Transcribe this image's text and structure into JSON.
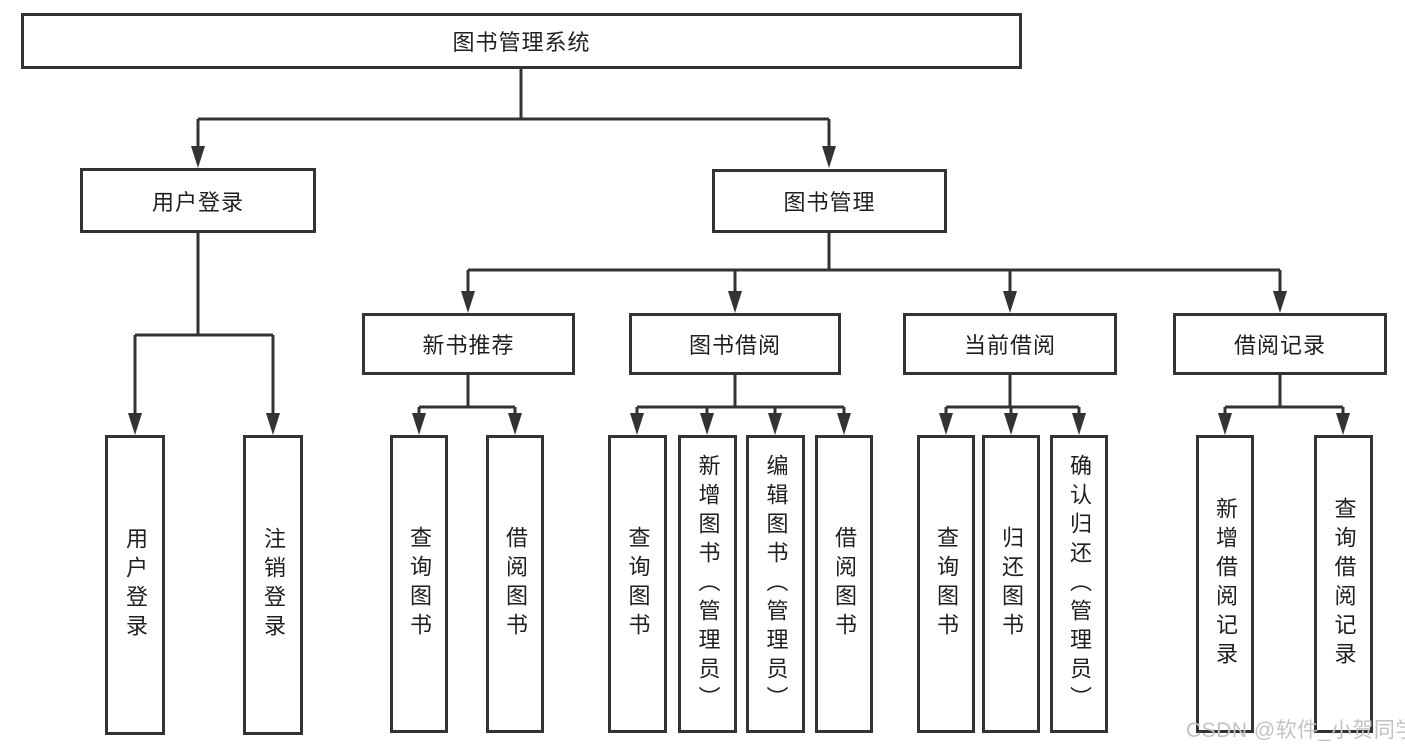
{
  "tree": {
    "label": "图书管理系统",
    "children": [
      {
        "label": "用户登录",
        "children": [
          {
            "label": "用户登录"
          },
          {
            "label": "注销登录"
          }
        ]
      },
      {
        "label": "图书管理",
        "children": [
          {
            "label": "新书推荐",
            "children": [
              {
                "label": "查询图书"
              },
              {
                "label": "借阅图书"
              }
            ]
          },
          {
            "label": "图书借阅",
            "children": [
              {
                "label": "查询图书"
              },
              {
                "label": "新增图书（管理员）"
              },
              {
                "label": "编辑图书（管理员）"
              },
              {
                "label": "借阅图书"
              }
            ]
          },
          {
            "label": "当前借阅",
            "children": [
              {
                "label": "查询图书"
              },
              {
                "label": "归还图书"
              },
              {
                "label": "确认归还（管理员）"
              }
            ]
          },
          {
            "label": "借阅记录",
            "children": [
              {
                "label": "新增借阅记录"
              },
              {
                "label": "查询借阅记录"
              }
            ]
          }
        ]
      }
    ]
  },
  "watermark": "CSDN @软件_小贺同学",
  "colors": {
    "line": "#333333",
    "box_border": "#333333",
    "text": "#1f1f1f",
    "watermark": "#c3c3c3",
    "background": "#ffffff"
  }
}
